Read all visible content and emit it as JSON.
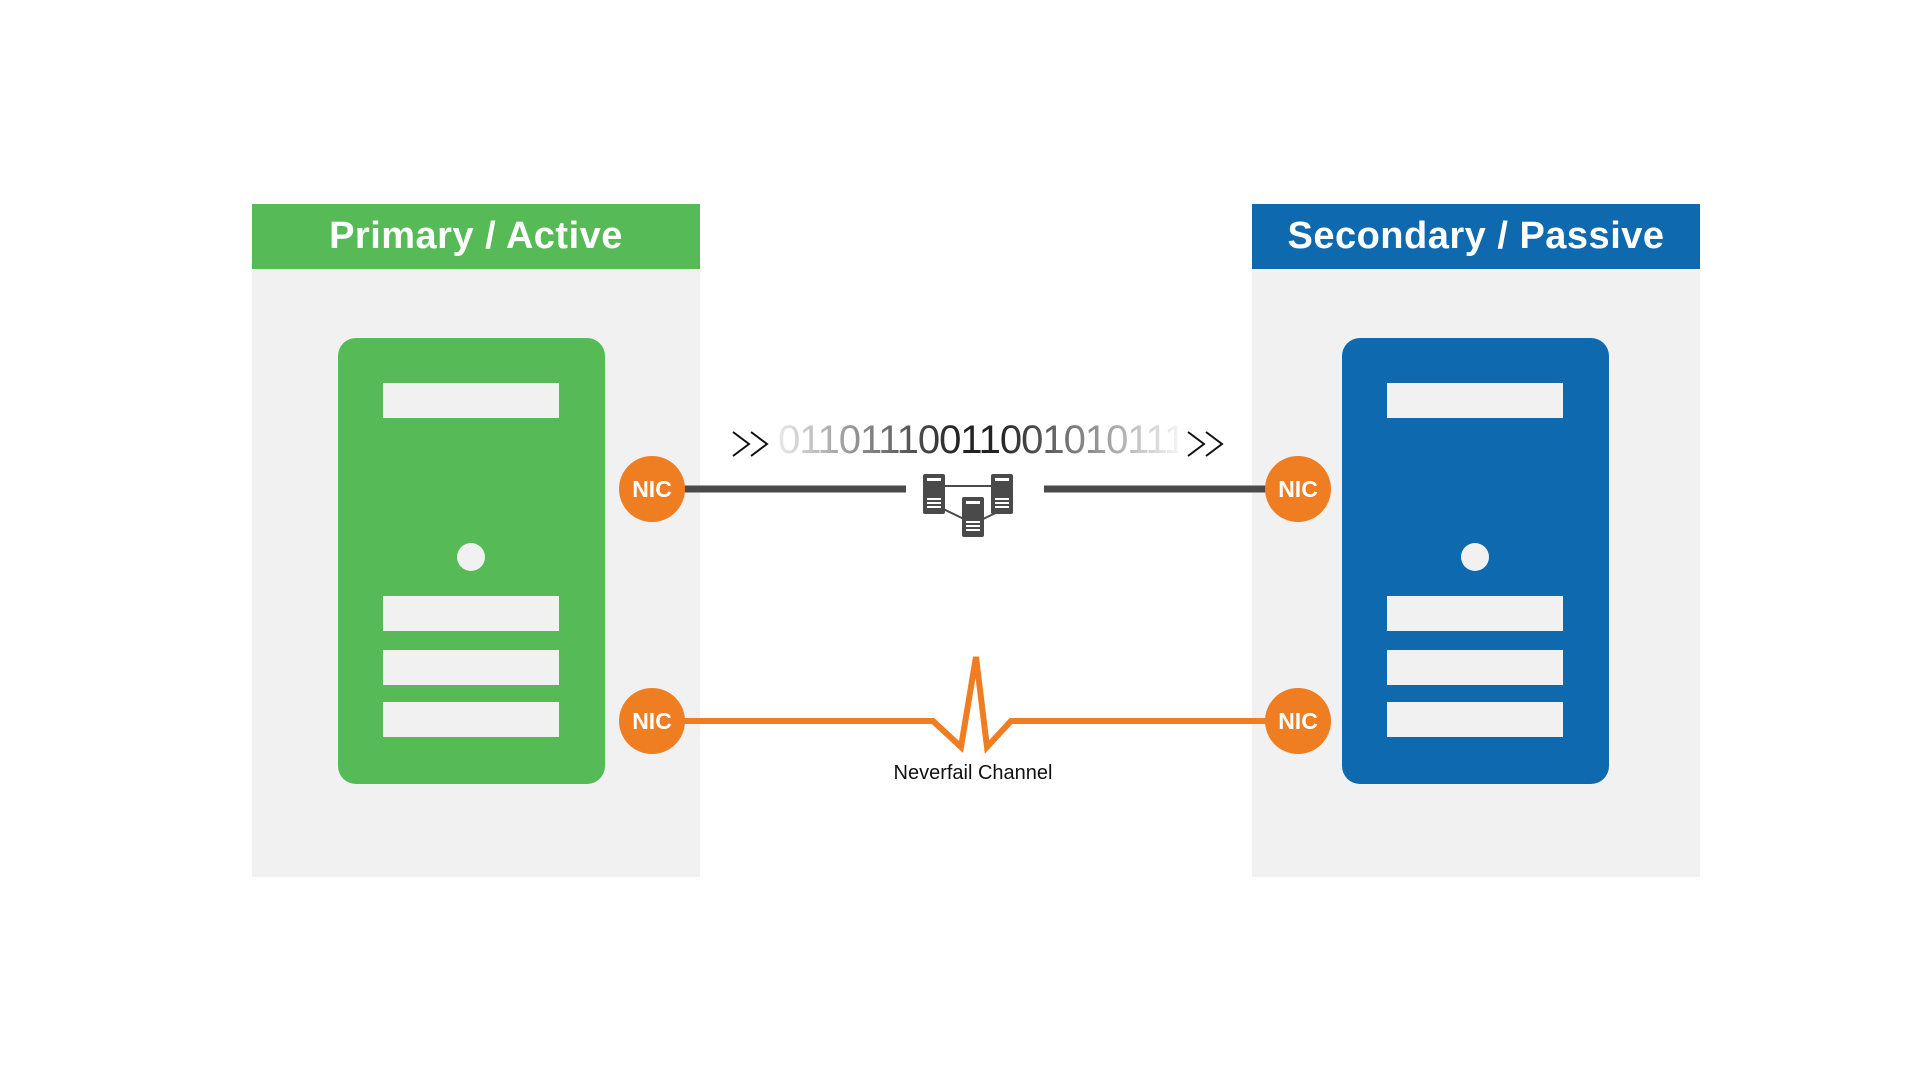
{
  "primary": {
    "title": "Primary / Active",
    "color": "#56ba57",
    "nic_top": "NIC",
    "nic_bottom": "NIC"
  },
  "secondary": {
    "title": "Secondary / Passive",
    "color": "#0f69ae",
    "nic_top": "NIC",
    "nic_bottom": "NIC"
  },
  "data_stream": {
    "binary": "011011100110010101110"
  },
  "channel": {
    "label": "Neverfail Channel",
    "color": "#ef7d22"
  },
  "network_line_color": "#4a4a4a"
}
